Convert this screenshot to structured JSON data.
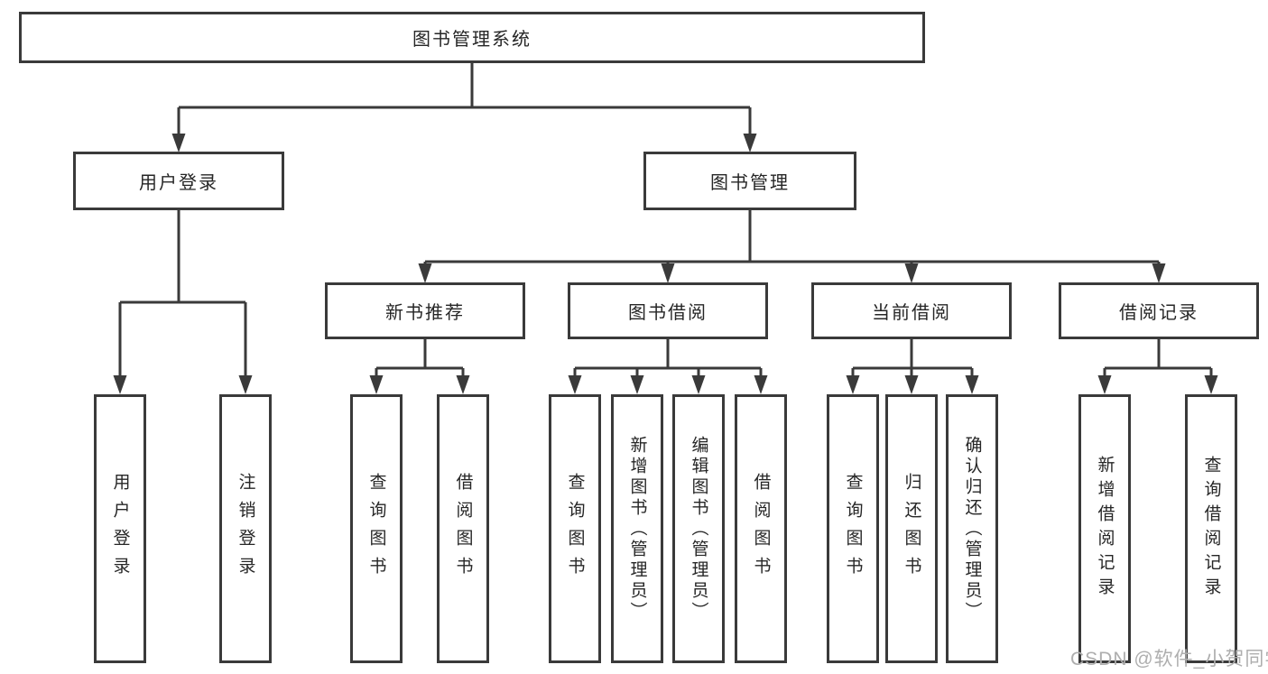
{
  "diagram": {
    "title": "图书管理系统",
    "type": "hierarchy-structure-chart",
    "colors": {
      "line": "#3a3a3a",
      "box_border": "#3a3a3a",
      "text": "#262626",
      "background": "#ffffff",
      "watermark": "#aeaeae"
    },
    "nodes": {
      "root": {
        "label": "图书管理系统"
      },
      "level2": [
        {
          "id": "user-login",
          "label": "用户登录"
        },
        {
          "id": "book-management",
          "label": "图书管理"
        }
      ],
      "level3": [
        {
          "id": "new-book-recommend",
          "label": "新书推荐"
        },
        {
          "id": "book-borrowing",
          "label": "图书借阅"
        },
        {
          "id": "current-borrowing",
          "label": "当前借阅"
        },
        {
          "id": "borrowing-records",
          "label": "借阅记录"
        }
      ],
      "leaves": [
        {
          "id": "user-login-action",
          "parent": "user-login",
          "label": "用户登录"
        },
        {
          "id": "logout-action",
          "parent": "user-login",
          "label": "注销登录"
        },
        {
          "id": "query-books-1",
          "parent": "new-book-recommend",
          "label": "查询图书"
        },
        {
          "id": "borrow-books-1",
          "parent": "new-book-recommend",
          "label": "借阅图书"
        },
        {
          "id": "query-books-2",
          "parent": "book-borrowing",
          "label": "查询图书"
        },
        {
          "id": "add-books-admin",
          "parent": "book-borrowing",
          "label": "新增图书（管理员）"
        },
        {
          "id": "edit-books-admin",
          "parent": "book-borrowing",
          "label": "编辑图书（管理员）"
        },
        {
          "id": "borrow-books-2",
          "parent": "book-borrowing",
          "label": "借阅图书"
        },
        {
          "id": "query-books-3",
          "parent": "current-borrowing",
          "label": "查询图书"
        },
        {
          "id": "return-books",
          "parent": "current-borrowing",
          "label": "归还图书"
        },
        {
          "id": "confirm-return-admin",
          "parent": "current-borrowing",
          "label": "确认归还（管理员）"
        },
        {
          "id": "add-borrow-record",
          "parent": "borrowing-records",
          "label": "新增借阅记录"
        },
        {
          "id": "query-borrow-record",
          "parent": "borrowing-records",
          "label": "查询借阅记录"
        }
      ]
    },
    "watermark": {
      "text": "CSDN @软件_小贺同学"
    }
  }
}
